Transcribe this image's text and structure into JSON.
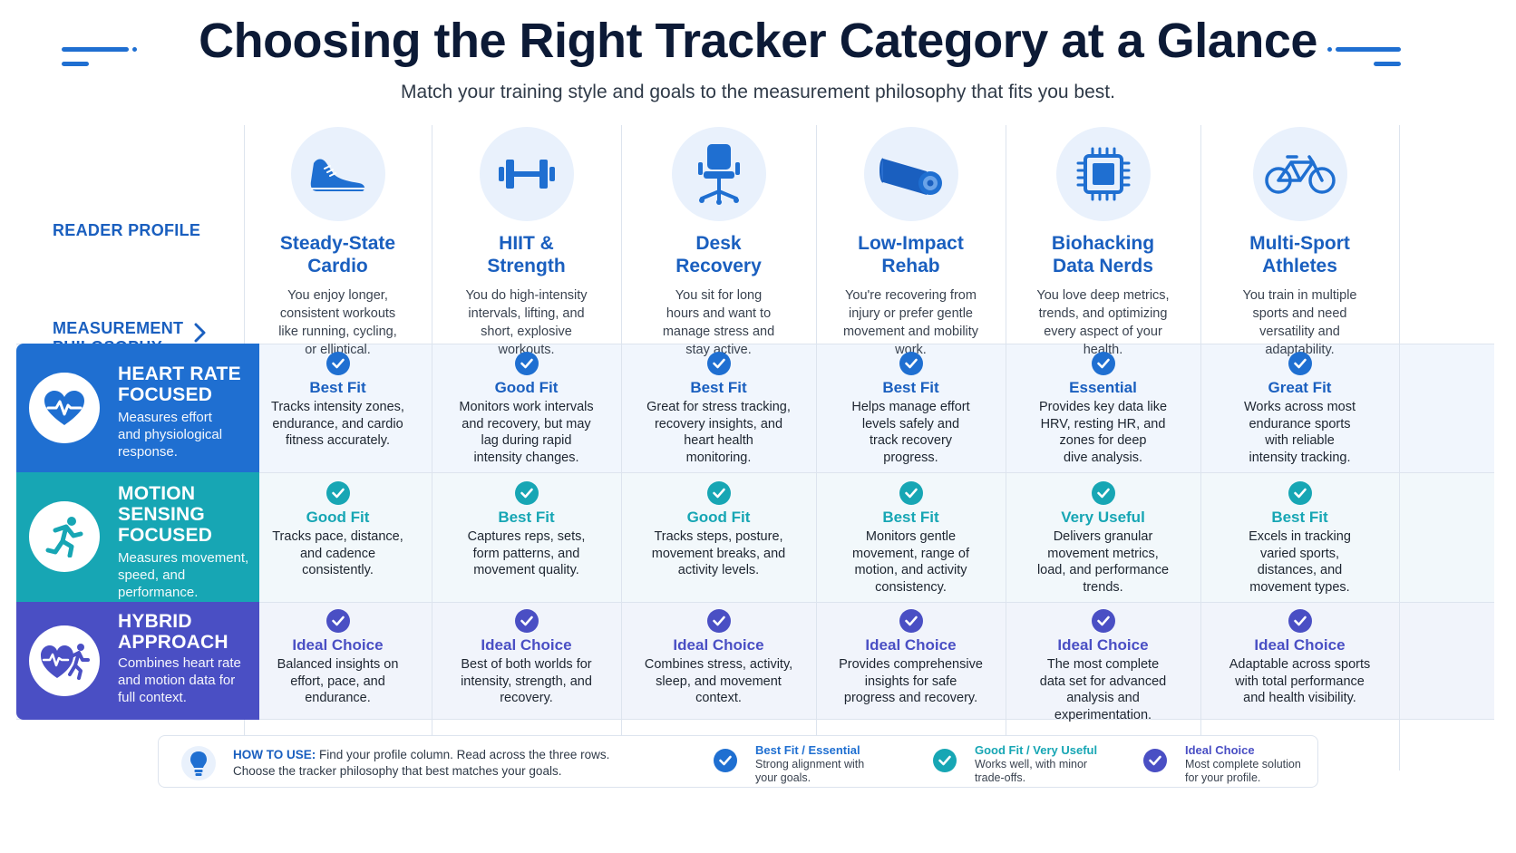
{
  "header": {
    "title": "Choosing the Right Tracker Category at a Glance",
    "subtitle": "Match your training style and goals to the measurement philosophy that fits you best."
  },
  "labels": {
    "reader_profile": "READER PROFILE",
    "measurement_philosophy_line1": "MEASUREMENT",
    "measurement_philosophy_line2": "PHILOSOPHY"
  },
  "colors": {
    "accent": "#1a5fbf",
    "heart_rate": "#1f6fd1",
    "motion": "#17a6b4",
    "hybrid": "#4a4fc4"
  },
  "profiles": [
    {
      "icon": "running-shoe-icon",
      "title_line1": "Steady-State",
      "title_line2": "Cardio",
      "desc": [
        "You enjoy longer,",
        "consistent workouts",
        "like running, cycling,",
        "or elliptical."
      ]
    },
    {
      "icon": "dumbbell-icon",
      "title_line1": "HIIT &",
      "title_line2": "Strength",
      "desc": [
        "You do high-intensity",
        "intervals, lifting, and",
        "short, explosive",
        "workouts."
      ]
    },
    {
      "icon": "office-chair-icon",
      "title_line1": "Desk",
      "title_line2": "Recovery",
      "desc": [
        "You sit for long",
        "hours and want to",
        "manage stress and",
        "stay active."
      ]
    },
    {
      "icon": "yoga-mat-icon",
      "title_line1": "Low-Impact",
      "title_line2": "Rehab",
      "desc": [
        "You're recovering from",
        "injury or prefer gentle",
        "movement and mobility",
        "work."
      ]
    },
    {
      "icon": "chip-icon",
      "title_line1": "Biohacking",
      "title_line2": "Data Nerds",
      "desc": [
        "You love deep metrics,",
        "trends, and optimizing",
        "every aspect of your",
        "health."
      ]
    },
    {
      "icon": "bicycle-icon",
      "title_line1": "Multi-Sport",
      "title_line2": "Athletes",
      "desc": [
        "You train in multiple",
        "sports and need",
        "versatility and",
        "adaptability."
      ]
    }
  ],
  "philosophies": [
    {
      "icon": "heart-pulse-icon",
      "title_line1": "HEART RATE",
      "title_line2": "FOCUSED",
      "desc": [
        "Measures effort",
        "and physiological",
        "response."
      ],
      "cells": [
        {
          "fit": "Best Fit",
          "desc": [
            "Tracks intensity zones,",
            "endurance, and cardio",
            "fitness accurately."
          ]
        },
        {
          "fit": "Good Fit",
          "desc": [
            "Monitors work intervals",
            "and recovery, but may",
            "lag during rapid",
            "intensity changes."
          ]
        },
        {
          "fit": "Best Fit",
          "desc": [
            "Great for stress tracking,",
            "recovery insights, and",
            "heart health",
            "monitoring."
          ]
        },
        {
          "fit": "Best Fit",
          "desc": [
            "Helps manage effort",
            "levels safely and",
            "track recovery",
            "progress."
          ]
        },
        {
          "fit": "Essential",
          "desc": [
            "Provides key data like",
            "HRV, resting HR, and",
            "zones for deep",
            "dive analysis."
          ]
        },
        {
          "fit": "Great Fit",
          "desc": [
            "Works across most",
            "endurance sports",
            "with reliable",
            "intensity tracking."
          ]
        }
      ]
    },
    {
      "icon": "runner-icon",
      "title_line1": "MOTION",
      "title_line2": "SENSING",
      "title_line3": "FOCUSED",
      "desc": [
        "Measures movement,",
        "speed, and",
        "performance."
      ],
      "cells": [
        {
          "fit": "Good Fit",
          "desc": [
            "Tracks pace, distance,",
            "and cadence",
            "consistently."
          ]
        },
        {
          "fit": "Best Fit",
          "desc": [
            "Captures reps, sets,",
            "form patterns, and",
            "movement quality."
          ]
        },
        {
          "fit": "Good Fit",
          "desc": [
            "Tracks steps, posture,",
            "movement breaks, and",
            "activity levels."
          ]
        },
        {
          "fit": "Best Fit",
          "desc": [
            "Monitors gentle",
            "movement, range of",
            "motion, and activity",
            "consistency."
          ]
        },
        {
          "fit": "Very Useful",
          "desc": [
            "Delivers granular",
            "movement metrics,",
            "load, and performance",
            "trends."
          ]
        },
        {
          "fit": "Best Fit",
          "desc": [
            "Excels in tracking",
            "varied sports,",
            "distances, and",
            "movement types."
          ]
        }
      ]
    },
    {
      "icon": "heart-runner-icon",
      "title_line1": "HYBRID",
      "title_line2": "APPROACH",
      "desc": [
        "Combines heart rate",
        "and motion data for",
        "full context."
      ],
      "cells": [
        {
          "fit": "Ideal Choice",
          "desc": [
            "Balanced insights on",
            "effort, pace, and",
            "endurance."
          ]
        },
        {
          "fit": "Ideal Choice",
          "desc": [
            "Best of both worlds for",
            "intensity, strength, and",
            "recovery."
          ]
        },
        {
          "fit": "Ideal Choice",
          "desc": [
            "Combines stress, activity,",
            "sleep, and movement",
            "context."
          ]
        },
        {
          "fit": "Ideal Choice",
          "desc": [
            "Provides comprehensive",
            "insights for safe",
            "progress and recovery."
          ]
        },
        {
          "fit": "Ideal Choice",
          "desc": [
            "The most complete",
            "data set for advanced",
            "analysis and",
            "experimentation."
          ]
        },
        {
          "fit": "Ideal Choice",
          "desc": [
            "Adaptable across sports",
            "with total performance",
            "and health visibility."
          ]
        }
      ]
    }
  ],
  "legend": {
    "howto_label": "HOW TO USE:",
    "howto_line1": "Find your profile column. Read across the three rows.",
    "howto_line2": "Choose the tracker philosophy that best matches your goals.",
    "items": [
      {
        "title": "Best Fit / Essential",
        "desc_line1": "Strong alignment with",
        "desc_line2": "your goals."
      },
      {
        "title": "Good Fit / Very Useful",
        "desc_line1": "Works well, with minor",
        "desc_line2": "trade-offs."
      },
      {
        "title": "Ideal Choice",
        "desc_line1": "Most complete solution",
        "desc_line2": "for your profile."
      }
    ]
  }
}
